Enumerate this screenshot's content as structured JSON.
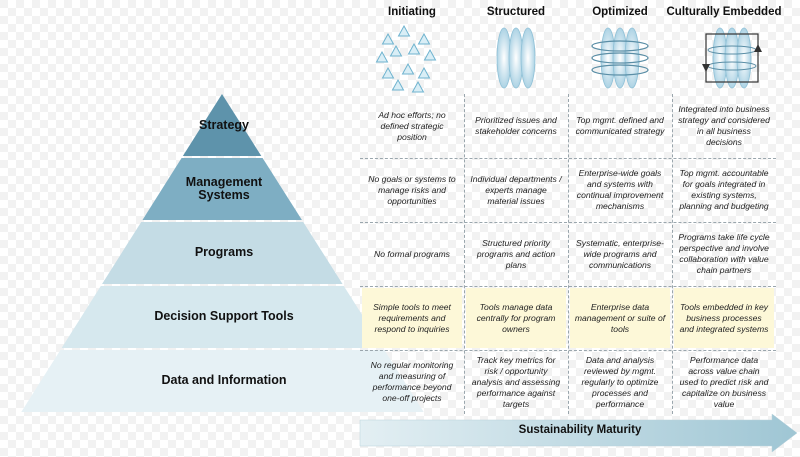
{
  "pyramid": {
    "levels": [
      "Strategy",
      "Management Systems",
      "Programs",
      "Decision Support Tools",
      "Data and Information"
    ],
    "colors": [
      "#5e93ab",
      "#7eaec3",
      "#c4dce5",
      "#d6e8ee",
      "#e6f1f5"
    ]
  },
  "stages": [
    "Initiating",
    "Structured",
    "Optimized",
    "Culturally Embedded"
  ],
  "cells": [
    [
      "Ad hoc efforts; no defined strategic position",
      "Prioritized issues and stakeholder concerns",
      "Top mgmt. defined and communicated strategy",
      "Integrated into business strategy and considered in all business decisions"
    ],
    [
      "No goals or systems to manage risks and opportunities",
      "Individual departments / experts manage material issues",
      "Enterprise-wide goals and systems with continual improvement mechanisms",
      "Top mgmt. accountable for goals integrated in existing systems, planning and budgeting"
    ],
    [
      "No formal programs",
      "Structured priority programs and action plans",
      "Systematic, enterprise-wide programs and communications",
      "Programs take life cycle perspective and involve collaboration with value chain partners"
    ],
    [
      "Simple tools to meet requirements and respond to inquiries",
      "Tools manage data centrally for program owners",
      "Enterprise data management or suite of tools",
      "Tools embedded in key business processes and integrated systems"
    ],
    [
      "No regular monitoring and measuring of performance beyond one-off projects",
      "Track key metrics for risk / opportunity analysis and assessing performance against targets",
      "Data and analysis reviewed by mgmt. regularly to optimize processes and performance",
      "Performance data across value chain used to predict risk and capitalize on business value"
    ]
  ],
  "highlight_row": 3,
  "maturity_arrow": {
    "label": "Sustainability Maturity",
    "color": "#c4dde6"
  },
  "icons": [
    "triangles-icon",
    "ovals-icon",
    "ovals-ringed-icon",
    "ovals-cycle-icon"
  ]
}
